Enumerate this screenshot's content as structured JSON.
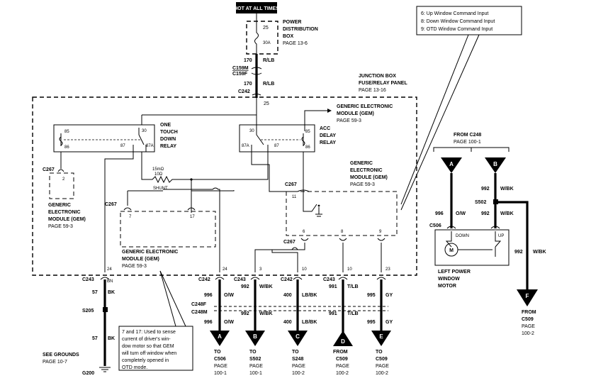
{
  "hot_label": "HOT AT ALL TIMES",
  "pdb": {
    "l1": "POWER",
    "l2": "DISTRIBUTION",
    "l3": "BOX",
    "page": "PAGE 13-6",
    "fuse_top": "25",
    "fuse_amp": "30A"
  },
  "pdb_wire": {
    "num": "170",
    "color": "R/LB"
  },
  "connectors": {
    "c159m": "C159M",
    "c159f": "C159F",
    "c242": "C242",
    "c243": "C243",
    "c267": "C267",
    "c506": "C506",
    "c502": "S502",
    "c248f": "C248F",
    "c248m": "C248M",
    "s205": "S205",
    "g200": "G200"
  },
  "jbox": {
    "l1": "JUNCTION BOX",
    "l2": "FUSE/RELAY PANEL",
    "page": "PAGE 13-16",
    "pin": "25"
  },
  "gem_top": {
    "l1": "GENERIC ELECTRONIC",
    "l2": "MODULE (GEM)",
    "page": "PAGE 59-3"
  },
  "otd_relay": {
    "l1": "ONE",
    "l2": "TOUCH",
    "l3": "DOWN",
    "l4": "RELAY",
    "p85": "85",
    "p86": "86",
    "p30": "30",
    "p87": "87",
    "p87a": "87A"
  },
  "acc_relay": {
    "l1": "ACC",
    "l2": "DELAY",
    "l3": "RELAY",
    "p30": "30",
    "p85": "85",
    "p86": "86",
    "p87": "87",
    "p87a": "87A"
  },
  "shunt": {
    "l1": "15mΩ",
    "l2": "10Ω",
    "l3": "SHUNT"
  },
  "gem_left": {
    "pin": "2",
    "l1": "GENERIC",
    "l2": "ELECTRONIC",
    "l3": "MODULE (GEM)",
    "page": "PAGE 59-3"
  },
  "gem_mid": {
    "p7": "7",
    "p17": "17",
    "l1": "GENERIC ELECTRONIC",
    "l2": "MODULE (GEM)",
    "page": "PAGE 59-3"
  },
  "gem_right": {
    "l1": "GENERIC",
    "l2": "ELECTRONIC",
    "l3": "MODULE (GEM)",
    "page": "PAGE 59-3",
    "p11": "11",
    "p6": "6",
    "p8": "8",
    "p9": "9"
  },
  "legend": {
    "l1": "6: Up Window Command Input",
    "l2": "8: Down Window Command Input",
    "l3": "9: OTD Window Command Input"
  },
  "from_c248": {
    "l1": "FROM C248",
    "l2": "PAGE 100-1"
  },
  "motor": {
    "down": "DOWN",
    "up": "UP",
    "l1": "LEFT POWER",
    "l2": "WINDOW",
    "l3": "MOTOR"
  },
  "wires": {
    "w996": "996",
    "w992": "992",
    "w400": "400",
    "w991": "991",
    "w995": "995",
    "w57": "57",
    "c_ow": "O/W",
    "c_wbk": "W/BK",
    "c_lbbk": "LB/BK",
    "c_tlb": "T/LB",
    "c_gy": "GY",
    "c_bk": "BK"
  },
  "pins": {
    "p24": "24",
    "p3": "3",
    "p10": "10",
    "p23": "23",
    "pbn": "BN"
  },
  "note": {
    "l1": "7 and 17: Used to sense",
    "l2": "current of driver's win-",
    "l3": "dow motor so that GEM",
    "l4": "will turn off window when",
    "l5": "completely opened in",
    "l6": "OTD mode."
  },
  "grounds": {
    "l1": "SEE GROUNDS",
    "l2": "PAGE 10-7"
  },
  "bottom": {
    "A": {
      "letter": "A",
      "l1": "TO",
      "l2": "C506",
      "l3": "PAGE",
      "l4": "100-1"
    },
    "B": {
      "letter": "B",
      "l1": "TO",
      "l2": "S502",
      "l3": "PAGE",
      "l4": "100-1"
    },
    "C": {
      "letter": "C",
      "l1": "TO",
      "l2": "S248",
      "l3": "PAGE",
      "l4": "100-2"
    },
    "D": {
      "letter": "D",
      "l1": "FROM",
      "l2": "C509",
      "l3": "PAGE",
      "l4": "100-2"
    },
    "E": {
      "letter": "E",
      "l1": "TO",
      "l2": "C509",
      "l3": "PAGE",
      "l4": "100-2"
    },
    "F": {
      "letter": "F",
      "l1": "FROM",
      "l2": "C509",
      "l3": "PAGE",
      "l4": "100-2"
    },
    "tA": {
      "letter": "A"
    },
    "tB": {
      "letter": "B"
    }
  }
}
